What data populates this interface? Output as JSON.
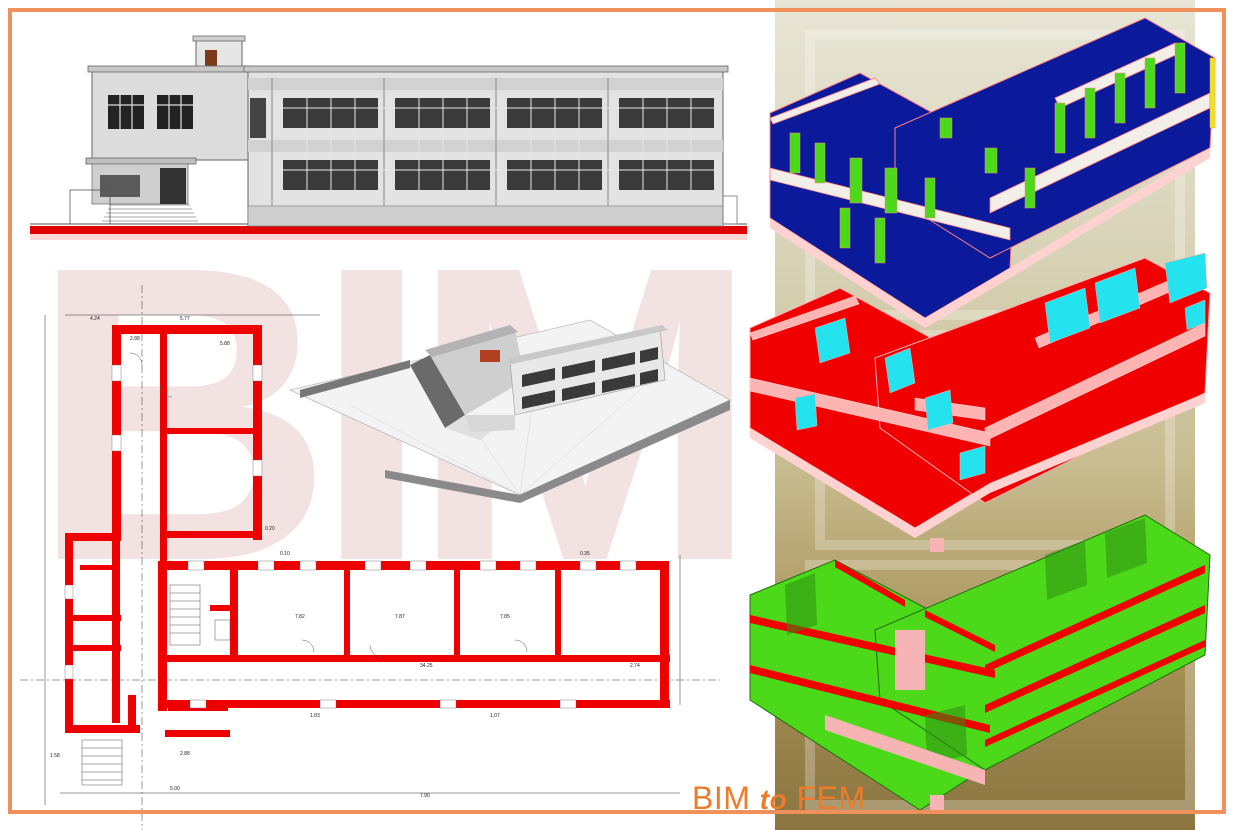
{
  "caption": {
    "part1": "BIM",
    "part2": "to",
    "part3": "FEM"
  },
  "watermark": "BIM",
  "colors": {
    "frame": "#f0905a",
    "caption": "#ee7b2a",
    "wall_red": "#f00000",
    "model_blue": "#0a1a9a",
    "model_green": "#4cd91a",
    "model_cyan": "#24e2ee",
    "model_pink": "#f6b4b4"
  },
  "panels": {
    "elevation": "front-elevation-drawing",
    "plan": "floor-plan-drawing",
    "perspective": "3d-perspective-render",
    "fem_models": [
      "fem-model-blue-green",
      "fem-model-red-cyan",
      "fem-model-green-red"
    ]
  }
}
